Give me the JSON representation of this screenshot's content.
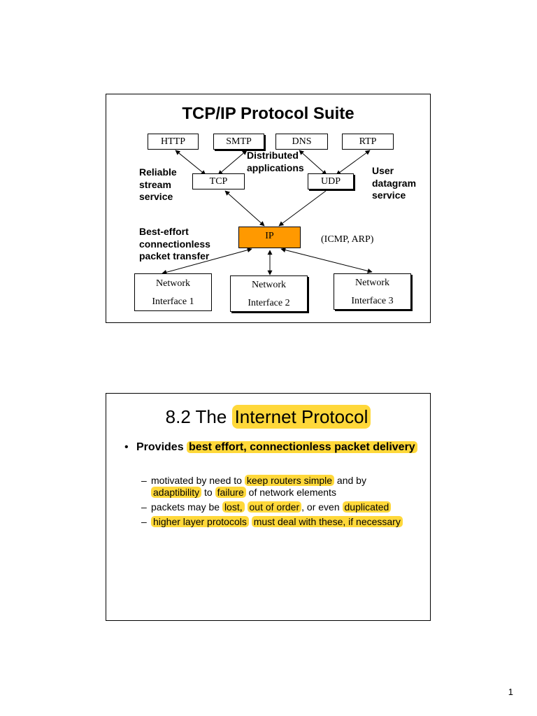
{
  "slide1": {
    "title": "TCP/IP Protocol Suite",
    "apps": [
      "HTTP",
      "SMTP",
      "DNS",
      "RTP"
    ],
    "distributed_label_1": "Distributed",
    "distributed_label_2": "applications",
    "reliable_label": [
      "Reliable",
      "stream",
      "service"
    ],
    "user_label": [
      "User",
      "datagram",
      "service"
    ],
    "transport": {
      "tcp": "TCP",
      "udp": "UDP"
    },
    "best_effort_label": [
      "Best-effort",
      "connectionless",
      "packet transfer"
    ],
    "ip_label": "IP",
    "ip_color": "#ff9900",
    "icmp_arp": "(ICMP, ARP)",
    "interfaces": [
      {
        "line1": "Network",
        "line2": "Interface 1"
      },
      {
        "line1": "Network",
        "line2": "Interface 2"
      },
      {
        "line1": "Network",
        "line2": "Interface 3"
      }
    ]
  },
  "slide2": {
    "title_prefix": "8.2 The ",
    "title_highlight": "Internet Protocol",
    "highlight_color": "#ffd83a",
    "bullet_dot": "•",
    "bullet_prefix": "Provides ",
    "bullet_highlight": "best effort, connectionless packet delivery",
    "sub_dash": "–",
    "sub1": {
      "t1": "motivated by need to ",
      "h1": "keep routers simple",
      "t2": " and by ",
      "h2": "adaptibility",
      "t3": " to ",
      "h3": "failure",
      "t4": " of network elements"
    },
    "sub2": {
      "t1": "packets may be ",
      "h1": "lost,",
      "t2": " ",
      "h2": "out of order",
      "t3": ", or even ",
      "h3": "duplicated"
    },
    "sub3": {
      "h1": "higher layer protocols",
      "t1": " ",
      "h2": "must deal with these, if necessary"
    }
  },
  "page_number": "1"
}
